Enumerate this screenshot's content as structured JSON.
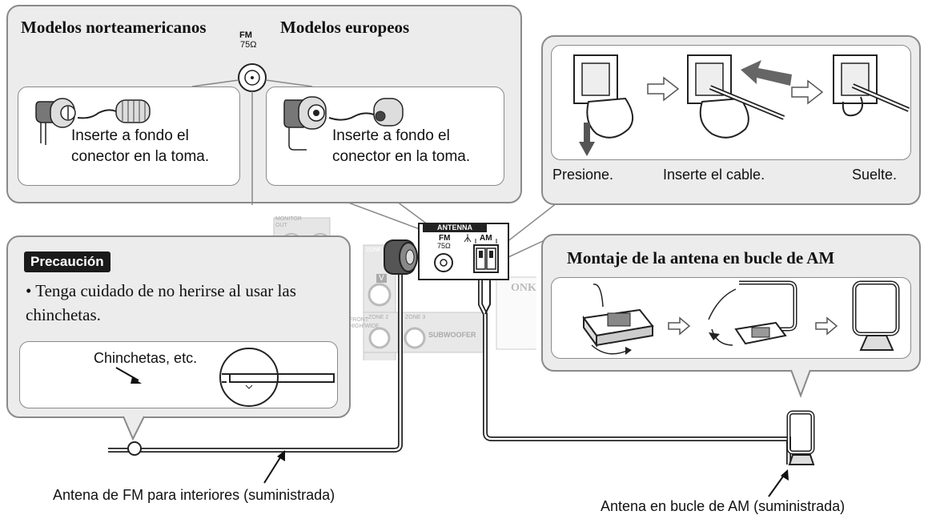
{
  "fm_panel": {
    "title_na": "Modelos norteamericanos",
    "title_eu": "Modelos europeos",
    "jack_label_top": "FM",
    "jack_label_bottom": "75Ω",
    "insert_na": "Inserte a fondo el conector en la toma.",
    "insert_eu": "Inserte a fondo el conector en la toma."
  },
  "am_steps": {
    "press": "Presione.",
    "insert": "Inserte el cable.",
    "release": "Suelte."
  },
  "caution": {
    "badge": "Precaución",
    "text": "• Tenga cuidado de no herirse al usar las chinchetas.",
    "pins_label": "Chinchetas, etc."
  },
  "am_assembly": {
    "title": "Montaje de la antena en bucle de AM"
  },
  "receiver_panel": {
    "antenna_label": "ANTENNA",
    "fm_label": "FM",
    "fm_ohm": "75Ω",
    "am_label": "AM",
    "monitor_out": "MONITOR OUT",
    "zone": "ZONE",
    "v_label": "V",
    "zone2": "ZONE 2",
    "zone3": "ZONE 3",
    "subwoofer": "SUBWOOFER",
    "front_high": "FRONT HIGH/WIDE",
    "brand_fragment": "ONK"
  },
  "captions": {
    "fm_antenna": "Antena de FM para interiores (suministrada)",
    "am_antenna": "Antena en bucle de AM (suministrada)"
  }
}
